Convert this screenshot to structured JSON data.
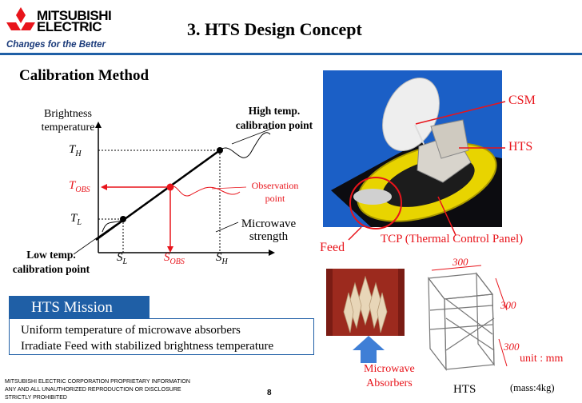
{
  "header": {
    "logo_line1": "MITSUBISHI",
    "logo_line2": "ELECTRIC",
    "tagline": "Changes for the Better",
    "title": "3. HTS Design Concept",
    "rule_color": "#1f5fa6"
  },
  "calibration": {
    "section_title": "Calibration Method",
    "y_axis_label": [
      "Brightness",
      "temperature"
    ],
    "x_axis_label": [
      "Microwave",
      "strength"
    ],
    "high_point_label": [
      "High temp.",
      "calibration point"
    ],
    "low_point_label": [
      "Low temp.",
      "calibration point"
    ],
    "observation_label": [
      "Observation",
      "point"
    ],
    "t_symbol": "T",
    "s_symbol": "S",
    "sub_high": "H",
    "sub_obs": "OBS",
    "sub_low": "L"
  },
  "mission": {
    "title": "HTS Mission",
    "lines": [
      "Uniform temperature of microwave absorbers",
      "Irradiate Feed with stabilized brightness temperature"
    ]
  },
  "photo": {
    "labels": {
      "csm": "CSM",
      "hts": "HTS",
      "feed": "Feed",
      "tcp": "TCP (Thermal Control Panel)"
    }
  },
  "lower_figure": {
    "absorbers_label": [
      "Microwave",
      "Absorbers"
    ],
    "hts_label": "HTS",
    "dim_top": "300",
    "dim_right1": "300",
    "dim_right2": "300",
    "unit": "unit : mm",
    "mass": "(mass:4kg)"
  },
  "footer": {
    "lines": [
      "MITSUBISHI ELECTRIC CORPORATION  PROPRIETARY INFORMATION",
      "ANY AND ALL UNAUTHORIZED  REPRODUCTION OR DISCLOSURE",
      "STRICTLY PROHIBITED"
    ],
    "page_number": "8"
  },
  "colors": {
    "accent_red": "#e8141b",
    "accent_blue": "#1f5fa6",
    "photo_bg": "#1b5fc6",
    "tcp_yellow": "#e8d400"
  }
}
